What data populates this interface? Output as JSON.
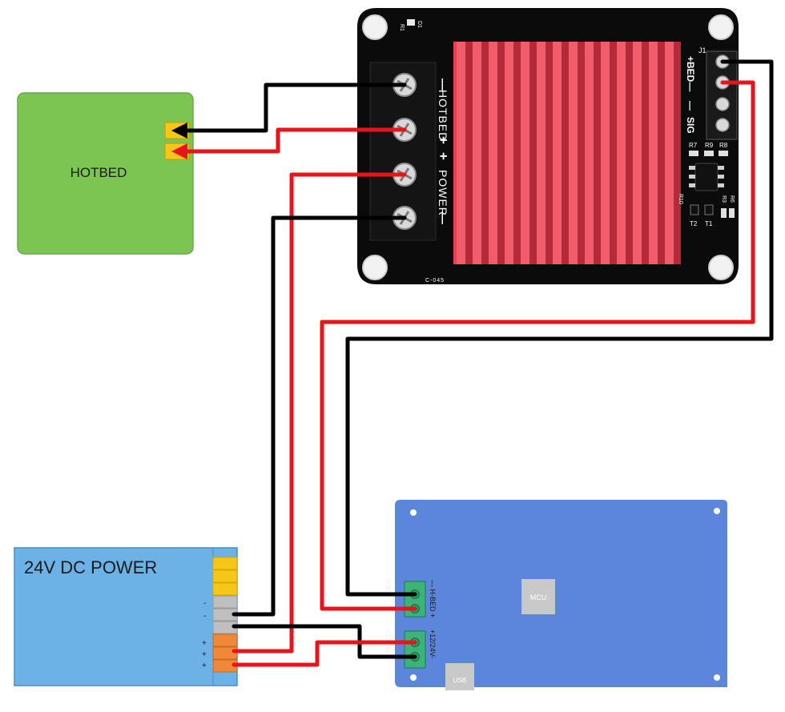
{
  "hotbed": {
    "label": "HOTBED",
    "fill": "#7dc552",
    "stroke": "#6aa84f",
    "pad_color": "#f6c619"
  },
  "power_supply": {
    "label": "24V DC POWER",
    "fill": "#6cb2e6",
    "terminal_yellow": "#f6c619",
    "terminal_gray": "#bfbfbf",
    "terminal_orange": "#f0883a",
    "minus_1": "-",
    "minus_2": "-",
    "plus_1": "+",
    "plus_2": "+",
    "plus_3": "+"
  },
  "mosfet": {
    "board_color": "#0b0b0b",
    "heatsink_color": "#e8404f",
    "hotbed_label": "HOTBED",
    "hotbed_minus": "—",
    "hotbed_plus": "+",
    "power_plus": "+",
    "power_label": "POWER",
    "power_minus": "—",
    "bed_label": "+BED—",
    "sig_minus": "—",
    "sig_label": "SIG",
    "j1": "J1",
    "r1": "R1",
    "d1": "D1",
    "r7": "R7",
    "r9": "R9",
    "r8": "R8",
    "r10": "R10",
    "r3": "R3",
    "r6": "R6",
    "t2": "T2",
    "t1": "T1",
    "model": "C-045"
  },
  "controller": {
    "board_color": "#5b86db",
    "terminal_color": "#3db37a",
    "mcu_label": "MCU",
    "usb_label": "USB",
    "hbed_label": "H-BED",
    "hbed_minus": "—",
    "hbed_plus": "+",
    "power_label": "+12/24V-",
    "side_hbed": "—  H-BED  +",
    "side_power": "+12/24V-"
  },
  "wires": {
    "positive_color": "#e8141b",
    "negative_color": "#000000"
  }
}
